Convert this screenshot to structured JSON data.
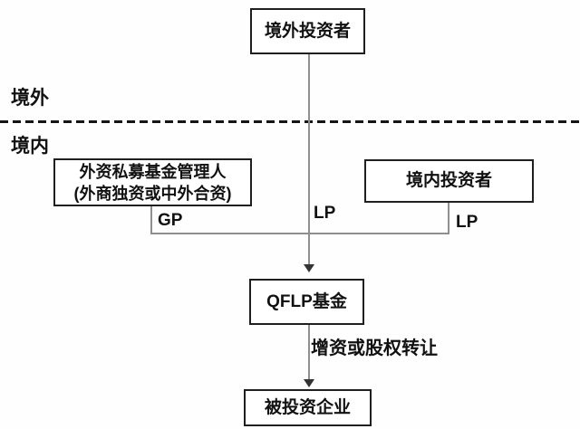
{
  "diagram": {
    "type": "flowchart",
    "region_labels": {
      "offshore": "境外",
      "onshore": "境内"
    },
    "nodes": {
      "offshore_investor": "境外投资者",
      "fund_manager_line1": "外资私募基金管理人",
      "fund_manager_line2": "(外商独资或中外合资)",
      "domestic_investor": "境内投资者",
      "qflp_fund": "QFLP基金",
      "investee": "被投资企业"
    },
    "edge_labels": {
      "gp": "GP",
      "lp_center": "LP",
      "lp_right": "LP",
      "transfer": "增资或股权转让"
    },
    "edges": [
      {
        "from": "offshore_investor",
        "to": "qflp_fund",
        "label": "LP",
        "arrow": true
      },
      {
        "from": "fund_manager",
        "to": "qflp_fund",
        "label": "GP",
        "arrow": false
      },
      {
        "from": "domestic_investor",
        "to": "qflp_fund",
        "label": "LP",
        "arrow": false
      },
      {
        "from": "qflp_fund",
        "to": "investee",
        "label": "增资或股权转让",
        "arrow": true
      }
    ],
    "colors": {
      "background": "#fefefe",
      "box_border": "#1f1f1f",
      "connector_line": "#8f8f8f",
      "arrowhead": "#333333",
      "dashed_divider": "#151515",
      "text": "#111111"
    }
  }
}
